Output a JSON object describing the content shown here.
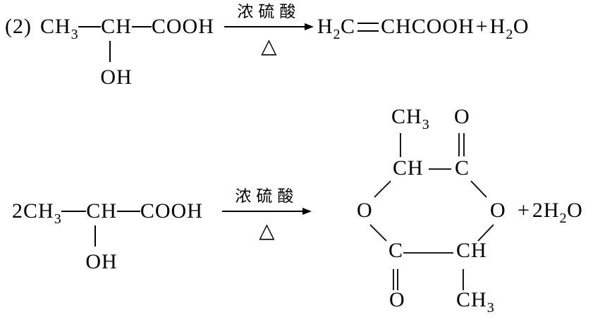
{
  "colors": {
    "background": "#ffffff",
    "ink": "#000000"
  },
  "equation1": {
    "item_label": "(2)",
    "reactant": {
      "methyl": "CH",
      "methyl_sub": "3",
      "methine": "CH",
      "hydroxyl": "OH",
      "carboxyl": "COOH"
    },
    "condition": {
      "above": "浓硫酸",
      "heat_symbol": "△"
    },
    "product": {
      "h": "H",
      "h_sub": "2",
      "c": "C",
      "chain": "CHCOOH",
      "plus": "+",
      "water_h": "H",
      "water_sub": "2",
      "water_o": "O"
    }
  },
  "equation2": {
    "coefficient": "2",
    "reactant": {
      "methyl": "CH",
      "methyl_sub": "3",
      "methine": "CH",
      "hydroxyl": "OH",
      "carboxyl": "COOH"
    },
    "condition": {
      "above": "浓硫酸",
      "heat_symbol": "△"
    },
    "ring": {
      "top_methyl": "CH",
      "top_methyl_sub": "3",
      "top_oxygen": "O",
      "methine": "CH",
      "carbonyl_c": "C",
      "left_oxygen": "O",
      "right_oxygen": "O",
      "bottom_carbonyl_c": "C",
      "bottom_methine": "CH",
      "bottom_oxygen": "O",
      "bottom_methyl": "CH",
      "bottom_methyl_sub": "3"
    },
    "byproduct": {
      "plus": "+",
      "coefficient": "2",
      "h": "H",
      "h_sub": "2",
      "o": "O"
    }
  }
}
